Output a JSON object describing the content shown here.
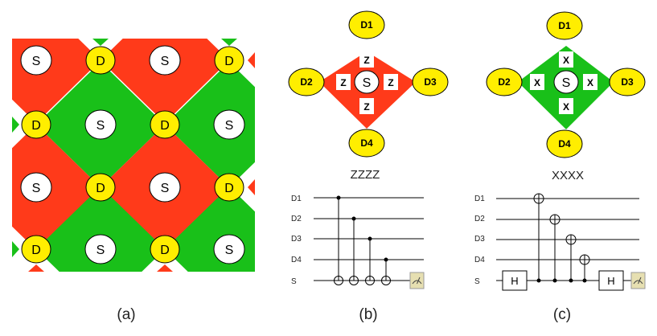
{
  "colors": {
    "red": "#ff3a1a",
    "green": "#19c019",
    "yellow": "#ffee00",
    "white": "#ffffff",
    "black": "#000000",
    "meter_bg": "#e6dfb1"
  },
  "panels": {
    "a": {
      "label": "(a)"
    },
    "b": {
      "label": "(b)",
      "title": "ZZZZ",
      "center": "S",
      "ops": [
        "Z",
        "Z",
        "Z",
        "Z"
      ],
      "data_qubits": [
        "D1",
        "D2",
        "D3",
        "D4"
      ],
      "wires": [
        "D1",
        "D2",
        "D3",
        "D4",
        "S"
      ]
    },
    "c": {
      "label": "(c)",
      "title": "XXXX",
      "center": "S",
      "ops": [
        "X",
        "X",
        "X",
        "X"
      ],
      "data_qubits": [
        "D1",
        "D2",
        "D3",
        "D4"
      ],
      "wires": [
        "D1",
        "D2",
        "D3",
        "D4",
        "S"
      ],
      "hadamard": "H"
    }
  },
  "lattice": {
    "syndrome": "S",
    "data": "D"
  }
}
